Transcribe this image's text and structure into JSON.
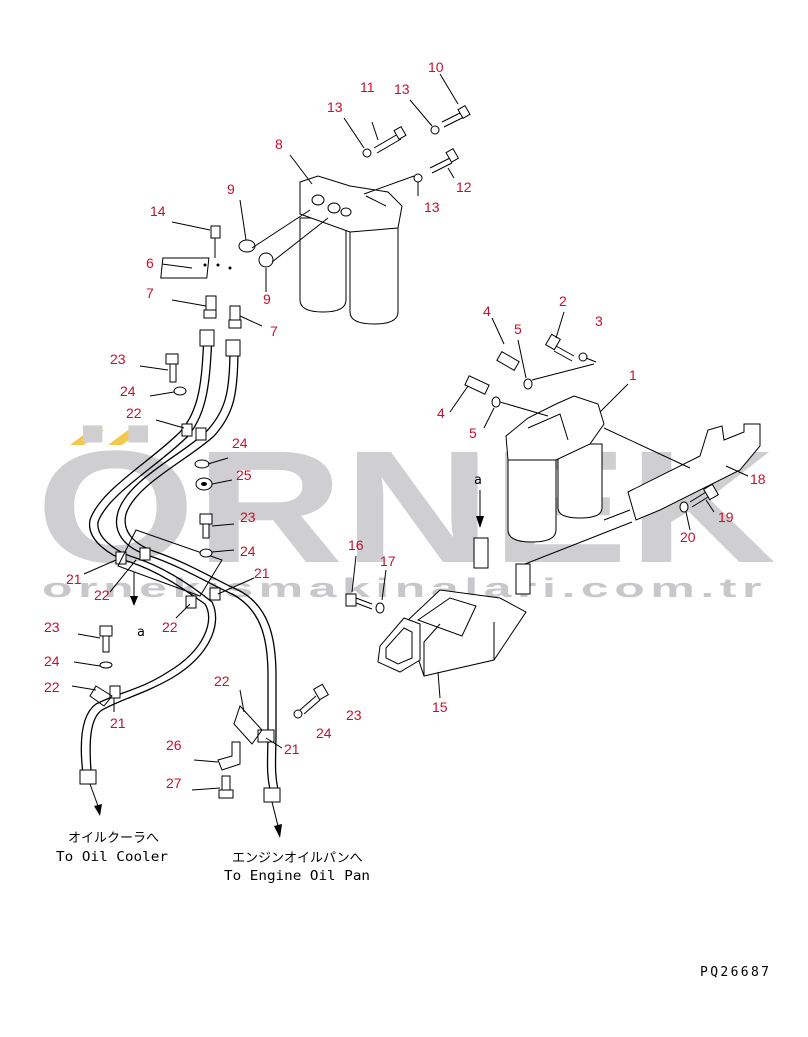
{
  "watermark": {
    "brand": "ÖRNEK",
    "site": "ornekismakinalari.com.tr",
    "accent_color": "#f2c94c"
  },
  "callouts": [
    {
      "id": "c1",
      "text": "1"
    },
    {
      "id": "c2",
      "text": "2"
    },
    {
      "id": "c3",
      "text": "3"
    },
    {
      "id": "c4a",
      "text": "4"
    },
    {
      "id": "c4b",
      "text": "4"
    },
    {
      "id": "c5a",
      "text": "5"
    },
    {
      "id": "c5b",
      "text": "5"
    },
    {
      "id": "c6",
      "text": "6"
    },
    {
      "id": "c7a",
      "text": "7"
    },
    {
      "id": "c7b",
      "text": "7"
    },
    {
      "id": "c8",
      "text": "8"
    },
    {
      "id": "c9a",
      "text": "9"
    },
    {
      "id": "c9b",
      "text": "9"
    },
    {
      "id": "c10",
      "text": "10"
    },
    {
      "id": "c11",
      "text": "11"
    },
    {
      "id": "c12",
      "text": "12"
    },
    {
      "id": "c13a",
      "text": "13"
    },
    {
      "id": "c13b",
      "text": "13"
    },
    {
      "id": "c13c",
      "text": "13"
    },
    {
      "id": "c14",
      "text": "14"
    },
    {
      "id": "c15",
      "text": "15"
    },
    {
      "id": "c16",
      "text": "16"
    },
    {
      "id": "c17",
      "text": "17"
    },
    {
      "id": "c18",
      "text": "18"
    },
    {
      "id": "c19",
      "text": "19"
    },
    {
      "id": "c20",
      "text": "20"
    },
    {
      "id": "c21a",
      "text": "21"
    },
    {
      "id": "c21b",
      "text": "21"
    },
    {
      "id": "c21c",
      "text": "21"
    },
    {
      "id": "c21d",
      "text": "21"
    },
    {
      "id": "c22a",
      "text": "22"
    },
    {
      "id": "c22b",
      "text": "22"
    },
    {
      "id": "c22c",
      "text": "22"
    },
    {
      "id": "c22d",
      "text": "22"
    },
    {
      "id": "c22e",
      "text": "22"
    },
    {
      "id": "c23a",
      "text": "23"
    },
    {
      "id": "c23b",
      "text": "23"
    },
    {
      "id": "c23c",
      "text": "23"
    },
    {
      "id": "c23d",
      "text": "23"
    },
    {
      "id": "c24a",
      "text": "24"
    },
    {
      "id": "c24b",
      "text": "24"
    },
    {
      "id": "c24c",
      "text": "24"
    },
    {
      "id": "c24d",
      "text": "24"
    },
    {
      "id": "c24e",
      "text": "24"
    },
    {
      "id": "c25",
      "text": "25"
    },
    {
      "id": "c26",
      "text": "26"
    },
    {
      "id": "c27",
      "text": "27"
    }
  ],
  "markers": {
    "a_left": "a",
    "a_right": "a"
  },
  "destinations": {
    "oil_cooler_jp": "オイルクーラへ",
    "oil_cooler_en": "To Oil Cooler",
    "engine_oil_pan_jp": "エンジンオイルパンへ",
    "engine_oil_pan_en": "To Engine Oil Pan"
  },
  "drawing_code": "PQ26687"
}
